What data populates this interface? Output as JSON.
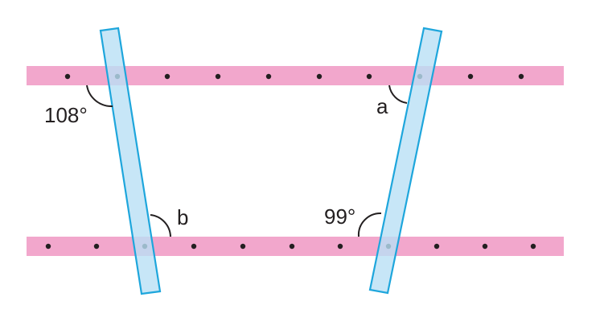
{
  "labels": {
    "top_left_angle": "108°",
    "top_right_angle": "a",
    "bottom_left_angle": "b",
    "bottom_right_angle": "99°"
  },
  "colors": {
    "strip": "#f2a7cc",
    "stick_fill": "#b9e0f5",
    "stick_stroke": "#1ea6dc",
    "ink": "#231f20",
    "background": "#ffffff"
  }
}
